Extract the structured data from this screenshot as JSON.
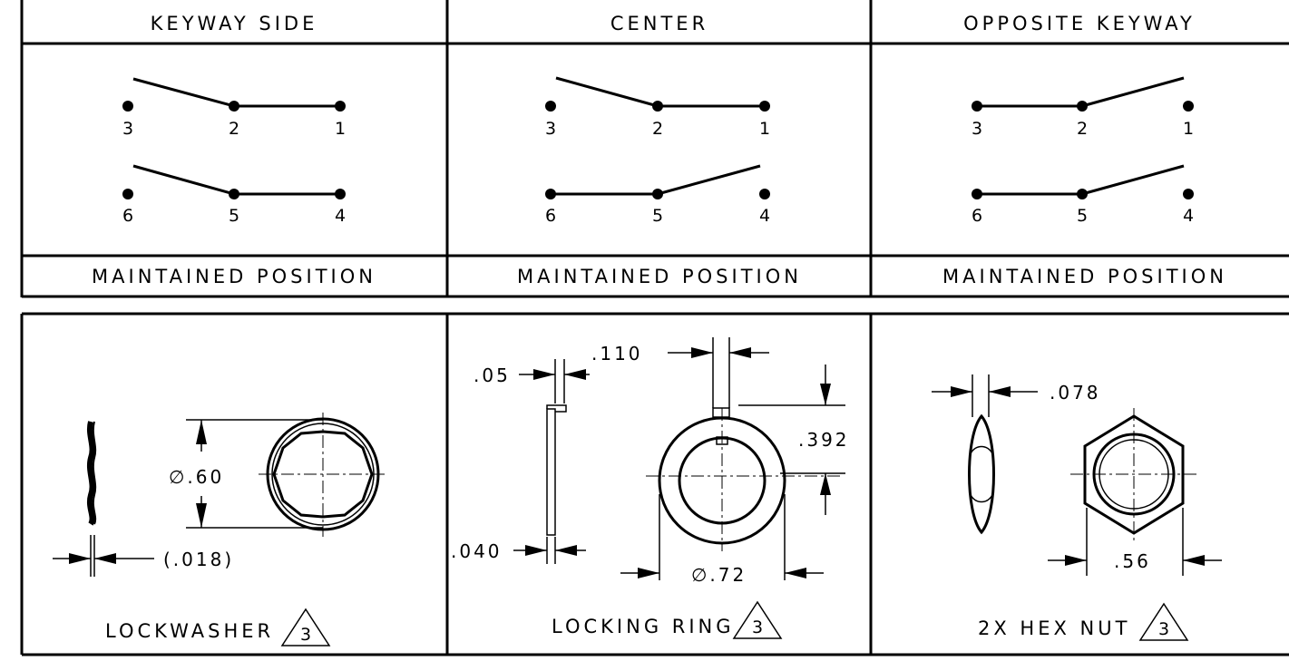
{
  "switch_table": {
    "headers": [
      "KEYWAY SIDE",
      "CENTER",
      "OPPOSITE KEYWAY"
    ],
    "footers": [
      "MAINTAINED POSITION",
      "MAINTAINED POSITION",
      "MAINTAINED POSITION"
    ],
    "terminals_top": [
      "3",
      "2",
      "1"
    ],
    "terminals_bottom": [
      "6",
      "5",
      "4"
    ]
  },
  "hardware": {
    "lockwasher": {
      "label": "LOCKWASHER",
      "note": "3",
      "diameter": "∅.60",
      "thickness": "(.018)"
    },
    "locking_ring": {
      "label": "LOCKING RING",
      "note": "3",
      "tab_width": ".110",
      "tab_height": ".05",
      "thickness": ".040",
      "key_dim": ".392",
      "diameter": "∅.72"
    },
    "hex_nut": {
      "label": "2X HEX NUT",
      "note": "3",
      "thickness": ".078",
      "flats": ".56"
    }
  }
}
